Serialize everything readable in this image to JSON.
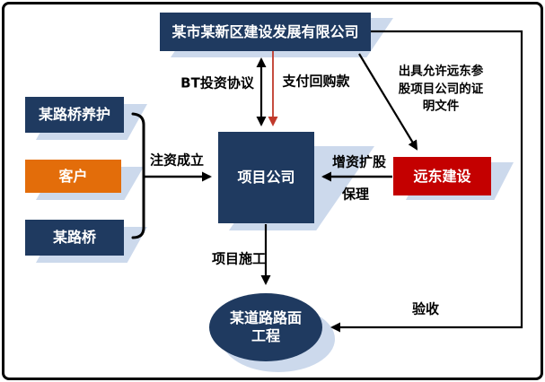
{
  "diagram": {
    "nodes": {
      "top_company": {
        "label": "某市某新区建设发展有限公司",
        "color": "#1f3a60"
      },
      "maintenance": {
        "label": "某路桥养护",
        "color": "#1f3a60"
      },
      "customer": {
        "label": "客户",
        "color": "#e36d0a"
      },
      "luqiao": {
        "label": "某路桥",
        "color": "#1f3a60"
      },
      "project_company": {
        "label": "项目公司",
        "color": "#1f3a60"
      },
      "yuandong": {
        "label": "远东建设",
        "color": "#c40000"
      },
      "road_project": {
        "line1": "某道路路面",
        "line2": "工程",
        "color": "#1f3a60"
      }
    },
    "edge_labels": {
      "bt_agreement": "BT投资协议",
      "pay_buyback": "支付回购款",
      "certificate": "出具允许远东参股项目公司的证明文件",
      "inject_capital": "注资成立",
      "increase_shares": "增资扩股",
      "factoring": "保理",
      "construction": "项目施工",
      "acceptance": "验收"
    },
    "colors": {
      "navy": "#1f3a60",
      "orange": "#e36d0a",
      "red_box": "#c40000",
      "red_arrow": "#c0392b",
      "shadow": "#ccd9ec",
      "border": "#000000",
      "background": "#ffffff"
    }
  }
}
